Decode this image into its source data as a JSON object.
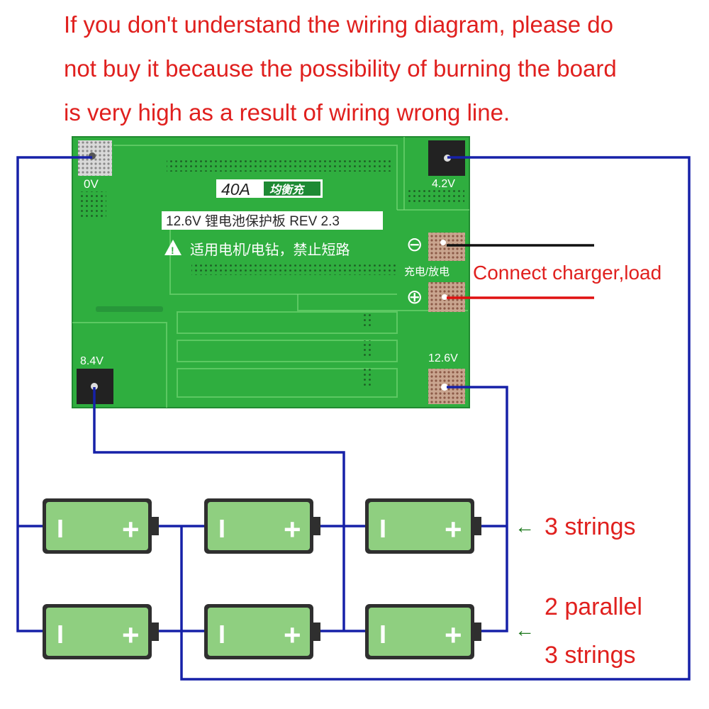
{
  "warning": {
    "line1": "If you don't understand the wiring diagram, please do",
    "line2": "not buy it because the possibility of burning the board",
    "line3": "is very high as a result of wiring wrong line."
  },
  "board": {
    "rating": "40A",
    "rating_suffix": "均衡充",
    "model": "12.6V 锂电池保护板 REV 2.3",
    "caution": "适用电机/电钻，禁止短路",
    "pad_0v": "0V",
    "pad_42v": "4.2V",
    "pad_84v": "8.4V",
    "pad_126v": "12.6V",
    "charge_discharge": "充电/放电",
    "minus_symbol": "⊖",
    "plus_symbol": "⊕"
  },
  "labels": {
    "connect": "Connect charger,load",
    "strings": "3 strings",
    "parallel_line1": "2 parallel",
    "parallel_line2": "3 strings",
    "arrow": "←"
  },
  "battery": {
    "minus": "I",
    "plus": "+"
  },
  "colors": {
    "warning_text": "#e0201e",
    "wire": "#1621a8",
    "pcb": "#2fae3f",
    "battery": "#8fcf80",
    "arrow": "#1f7a1f"
  }
}
